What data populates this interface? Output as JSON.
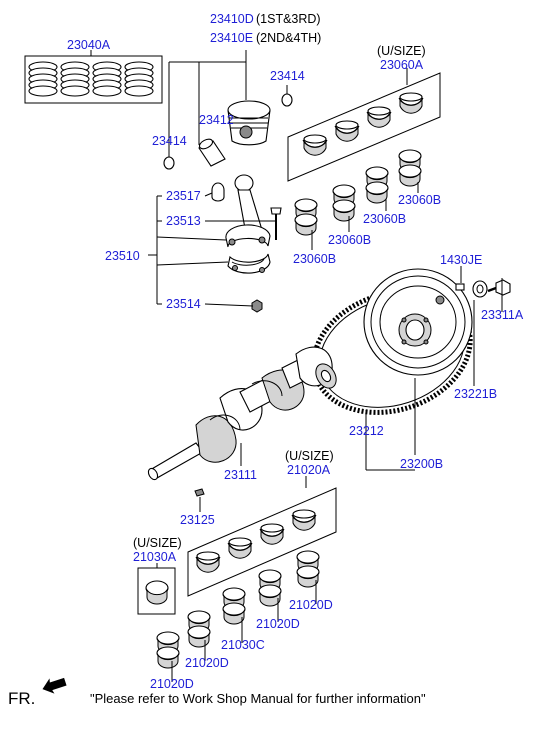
{
  "labels": {
    "p23040A": "23040A",
    "p23410D": "23410D",
    "p23410D_note": "(1ST&3RD)",
    "p23410E": "23410E",
    "p23410E_note": "(2ND&4TH)",
    "p23414_top": "23414",
    "p23412": "23412",
    "p23414_left": "23414",
    "usize_top": "(U/SIZE)",
    "p23060A": "23060A",
    "p23517": "23517",
    "p23513": "23513",
    "p23510": "23510",
    "p23514": "23514",
    "p23060B_a": "23060B",
    "p23060B_b": "23060B",
    "p23060B_c": "23060B",
    "p23060B_d": "23060B",
    "p1430JE": "1430JE",
    "p23311A": "23311A",
    "p23221B": "23221B",
    "p23212": "23212",
    "p23200B": "23200B",
    "p23111": "23111",
    "usize_mid": "(U/SIZE)",
    "p21020A": "21020A",
    "p23125": "23125",
    "usize_left": "(U/SIZE)",
    "p21030A": "21030A",
    "p21020D_a": "21020D",
    "p21020D_b": "21020D",
    "p21030C": "21030C",
    "p21020D_c": "21020D",
    "p21020D_d": "21020D"
  },
  "footer": {
    "fr": "FR.",
    "note": "\"Please refer to Work Shop Manual for further information\""
  }
}
